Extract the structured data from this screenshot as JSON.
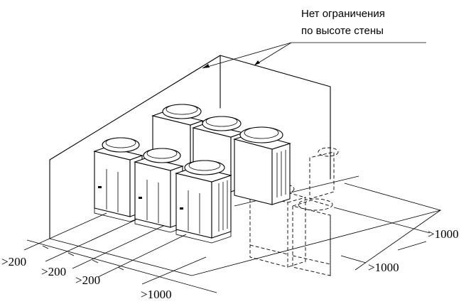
{
  "note": {
    "line1": "Нет ограничения",
    "line2": "по высоте стены"
  },
  "dimensions": {
    "gap1": ">200",
    "gap2": ">200",
    "gap3": ">200",
    "front": ">1000",
    "right_upper": ">1000",
    "right_lower": ">1000"
  },
  "units": {
    "front_row_count": 3,
    "back_row_count": 3
  }
}
